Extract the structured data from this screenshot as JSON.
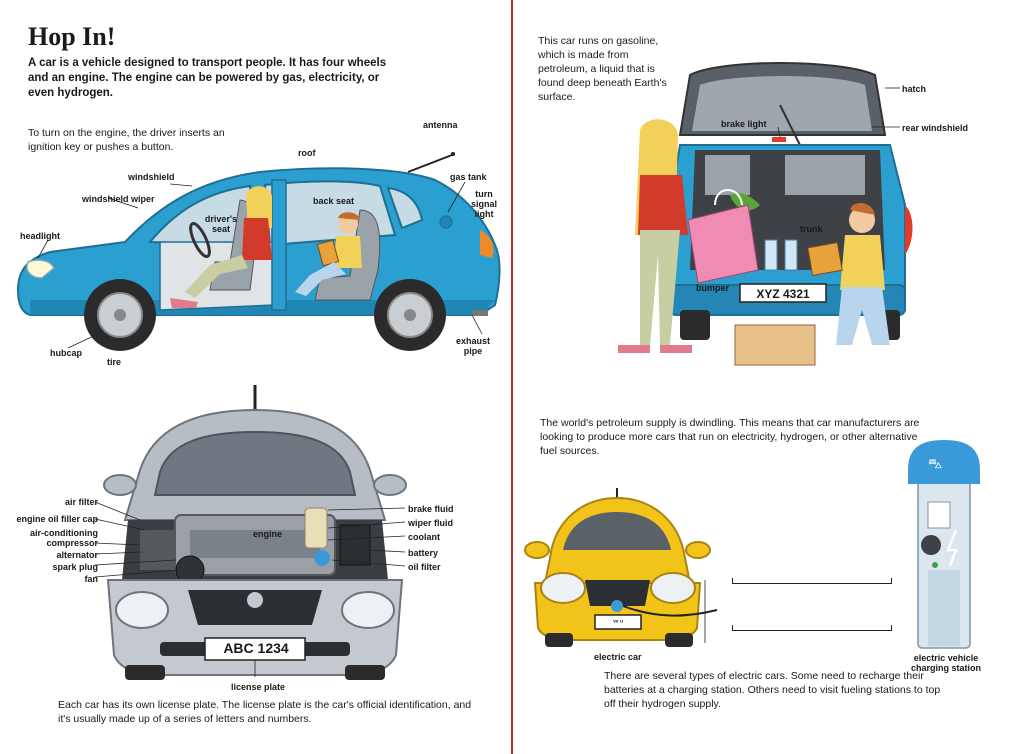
{
  "left_page": {
    "title": "Hop In!",
    "intro": "A car is a vehicle designed to transport people. It has four wheels and an engine. The engine can be powered by gas, electricity, or even hydrogen.",
    "engine_note": "To turn on the engine, the driver inserts an ignition key or pushes a button.",
    "side_car_labels": {
      "antenna": "antenna",
      "roof": "roof",
      "windshield": "windshield",
      "windshield_wiper": "windshield wiper",
      "gas_tank": "gas tank",
      "turn_signal_light": "turn signal light",
      "back_seat": "back seat",
      "drivers_seat": "driver's seat",
      "headlight": "headlight",
      "hubcap": "hubcap",
      "tire": "tire",
      "exhaust_pipe": "exhaust pipe"
    },
    "engine_labels": {
      "air_filter": "air filter",
      "engine_oil_filler_cap": "engine oil filler cap",
      "air_conditioning_compressor": "air-conditioning compressor",
      "alternator": "alternator",
      "spark_plug": "spark plug",
      "fan": "fan",
      "engine": "engine",
      "brake_fluid": "brake fluid",
      "wiper_fluid": "wiper fluid",
      "coolant": "coolant",
      "battery": "battery",
      "oil_filter": "oil filter",
      "license_plate": "license plate"
    },
    "front_plate": "ABC 1234",
    "license_note": "Each car has its own license plate. The license plate is the car's official identification, and it's usually made up of a series of letters and numbers."
  },
  "right_page": {
    "gasoline_note": "This car runs on gasoline, which is made from petroleum, a liquid that is found deep beneath Earth's surface.",
    "rear_labels": {
      "hatch": "hatch",
      "brake_light": "brake light",
      "rear_windshield": "rear windshield",
      "trunk": "trunk",
      "bumper": "bumper"
    },
    "rear_plate": "XYZ 4321",
    "petroleum_note": "The world's petroleum supply is dwindling. This means that car manufacturers are looking to produce more cars that run on electricity, hydrogen, or other alternative fuel sources.",
    "electric_labels": {
      "electric_car": "electric car",
      "charging_station": "electric vehicle charging station"
    },
    "electric_plate": "ᵥᵥ ᵤ",
    "electric_note": "There are several types of electric cars. Some need to recharge their batteries at a charging station. Others need to visit fueling stations to top off their hydrogen supply."
  },
  "colors": {
    "divider": "#b8322e",
    "car_blue": "#2a9fd0",
    "car_silver": "#b7bdc4",
    "car_yellow": "#f2c318",
    "station_blue": "#3a9ad9"
  }
}
